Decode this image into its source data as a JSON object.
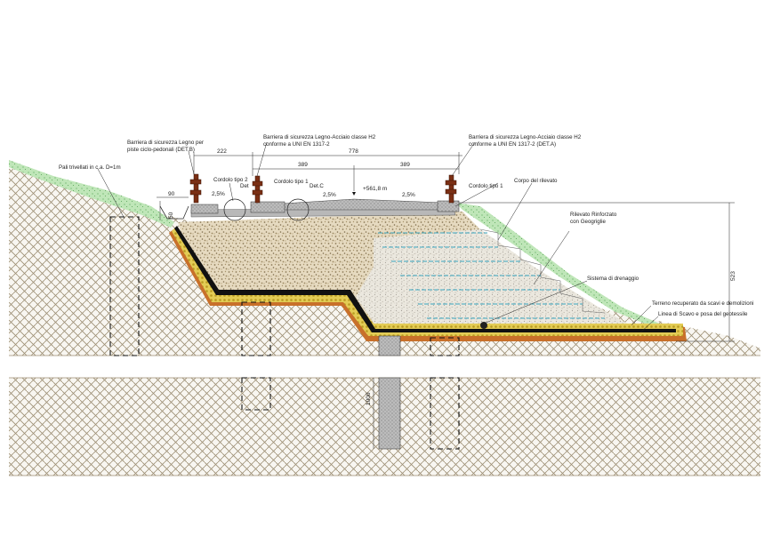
{
  "labels": {
    "pali": "Pali trivellati in c.a. D=1m",
    "barrier_left_1": "Barriera di sicurezza Legno per",
    "barrier_left_2": "piste ciclo-pedonali (DET.B)",
    "barrier_mid_1": "Barriera di sicurezza Legno-Acciaio classe H2",
    "barrier_mid_2": "conforme a UNI EN 1317-2",
    "barrier_right_1": "Barriera di sicurezza Legno-Acciaio classe H2",
    "barrier_right_2": "conforme a UNI EN 1317-2 (DET.A)",
    "cordolo_2": "Cordolo tipo 2",
    "det": "Det",
    "cordolo_1_left": "Cordolo tipo 1",
    "det_c": "Det.C",
    "cordolo_1_right": "Cordolo tipo 1",
    "corpo": "Corpo del rilevato",
    "rinforzato_1": "Rilevato Rinforzato",
    "rinforzato_2": "con Geogriglie",
    "drenaggio": "Sistema di drenaggio",
    "terreno": "Terreno recuperato da scavi e demolizioni",
    "linea": "Linea di Scavo e posa del geotessile"
  },
  "dimensions": {
    "d222": "222",
    "d778": "778",
    "d389a": "389",
    "d389b": "389",
    "d90": "90",
    "d50": "50",
    "elev": "+561,8 m",
    "slope_a": "2,5%",
    "slope_b": "2,5%",
    "slope_c": "2,5%",
    "d523": "523",
    "d1000": "1000"
  },
  "colors": {
    "ground_line": "#8a7a60",
    "grass": "#9fd49a",
    "gravel": "#c9b78f",
    "black_layer": "#111111",
    "yellow_layer": "#d9c040",
    "orange_layer": "#c8702a",
    "barrier": "#7a2f14",
    "geogrid": "#3aa6c0",
    "road": "#b8b8b8",
    "grey_pile": "#9a9a9a"
  }
}
